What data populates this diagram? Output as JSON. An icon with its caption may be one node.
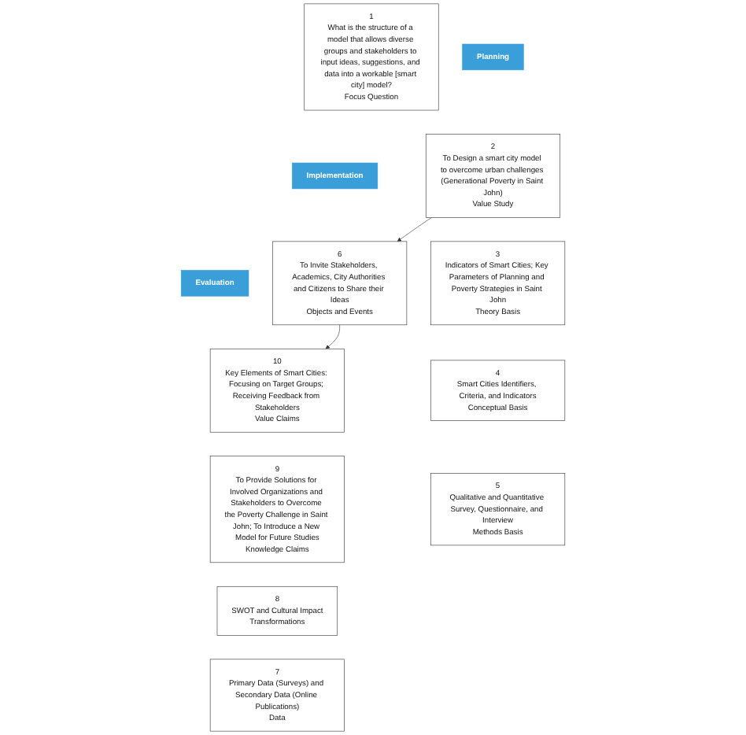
{
  "diagram": {
    "nodes": [
      {
        "text": [
          "1",
          "What is the structure of a model that allows diverse groups and stakeholders to input ideas, suggestions, and data into a workable [smart city] model?",
          "Focus Question"
        ]
      },
      {
        "text": [
          "Planning"
        ]
      },
      {
        "text": [
          "Evaluation"
        ]
      },
      {
        "text": [
          "2",
          "To Design a smart city model to overcome urban challenges (Generational Poverty in Saint John)",
          "Value Study"
        ]
      },
      {
        "text": [
          "10",
          "Key Elements of Smart Cities: Focusing on Target Groups; Receiving Feedback from Stakeholders",
          "Value Claims"
        ]
      },
      {
        "text": [
          "3",
          "Indicators of Smart Cities; Key Parameters of Planning and Poverty Strategies in Saint John",
          "Theory Basis"
        ]
      },
      {
        "text": [
          "9",
          "To Provide Solutions for Involved Organizations and Stakeholders to Overcome the Poverty Challenge in Saint John; To Introduce a New Model for Future Studies",
          "Knowledge Claims"
        ]
      },
      {
        "text": [
          "4",
          "Smart Cities Identifiers, Criteria, and Indicators",
          "Conceptual Basis"
        ]
      },
      {
        "text": [
          "8",
          "SWOT and Cultural Impact",
          "Transformations"
        ]
      },
      {
        "text": [
          "5",
          "Qualitative and Quantitative Survey, Questionnaire, and Interview",
          "Methods Basis"
        ]
      },
      {
        "text": [
          "7",
          "Primary Data (Surveys) and Secondary Data (Online Publications)",
          "Data"
        ]
      },
      {
        "text": [
          "Implementation"
        ]
      },
      {
        "text": [
          "6",
          "To Invite Stakeholders, Academics, City Authorities and Citizens to Share their Ideas",
          "Objects and Events"
        ]
      }
    ],
    "edges": [
      {
        "from": 3,
        "to": 12,
        "arrow": "to"
      },
      {
        "from": 12,
        "to": 4,
        "arrow": "to"
      }
    ]
  }
}
